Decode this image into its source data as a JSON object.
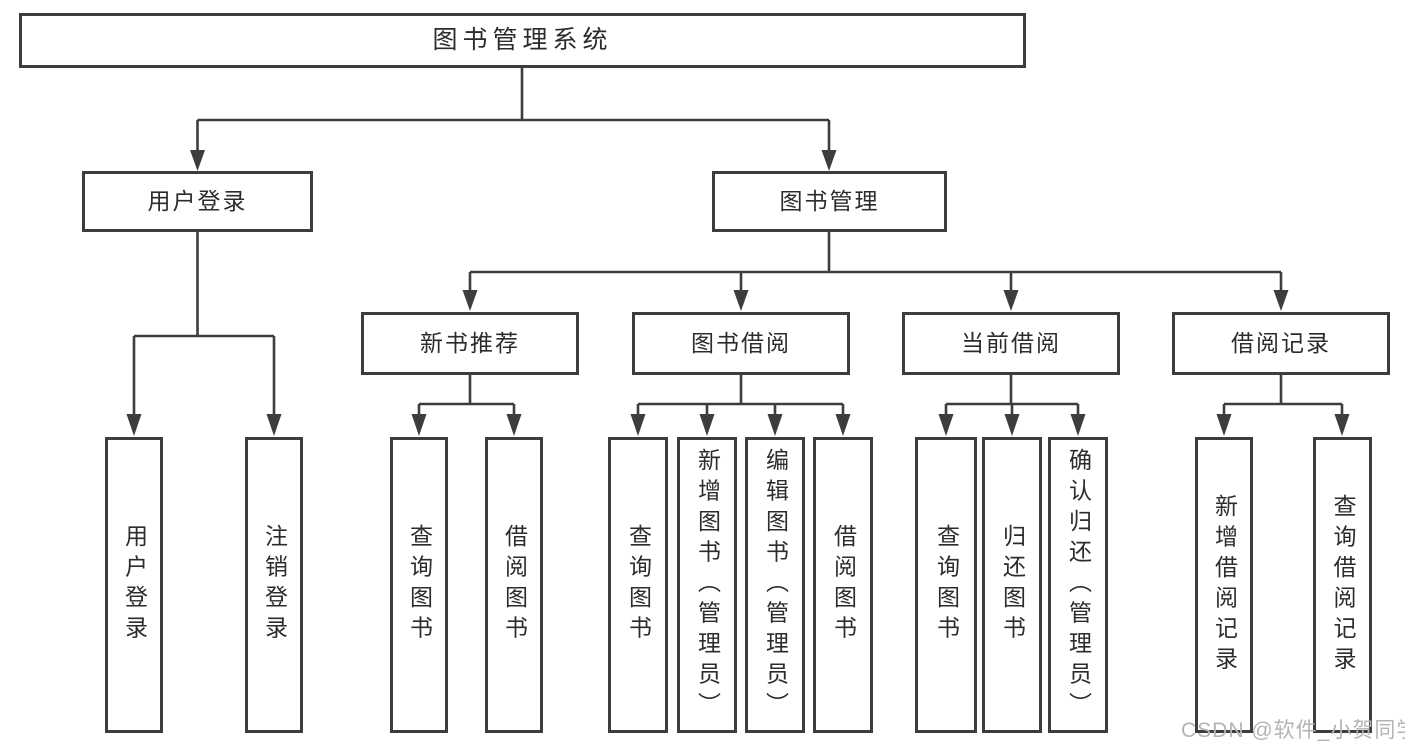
{
  "diagram_type": "hierarchical function structure diagram",
  "tree": {
    "label": "图书管理系统",
    "children": [
      {
        "label": "用户登录",
        "children": [
          {
            "label": "用户登录"
          },
          {
            "label": "注销登录"
          }
        ]
      },
      {
        "label": "图书管理",
        "children": [
          {
            "label": "新书推荐",
            "children": [
              {
                "label": "查询图书"
              },
              {
                "label": "借阅图书"
              }
            ]
          },
          {
            "label": "图书借阅",
            "children": [
              {
                "label": "查询图书"
              },
              {
                "label": "新增图书（管理员）"
              },
              {
                "label": "编辑图书（管理员）"
              },
              {
                "label": "借阅图书"
              }
            ]
          },
          {
            "label": "当前借阅",
            "children": [
              {
                "label": "查询图书"
              },
              {
                "label": "归还图书"
              },
              {
                "label": "确认归还（管理员）"
              }
            ]
          },
          {
            "label": "借阅记录",
            "children": [
              {
                "label": "新增借阅记录"
              },
              {
                "label": "查询借阅记录"
              }
            ]
          }
        ]
      }
    ]
  },
  "watermark": {
    "text": "CSDN @软件_小贺同学"
  },
  "colors": {
    "line": "#3d3d3d",
    "box_border": "#3d3d3d",
    "text": "#2c2c2c",
    "watermark": "#b4b4b4",
    "background": "#ffffff"
  }
}
